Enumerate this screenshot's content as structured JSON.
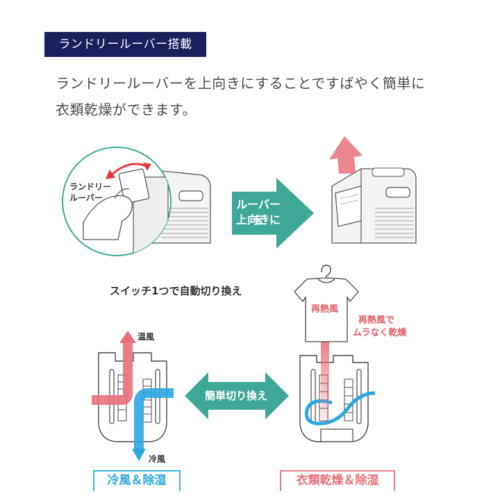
{
  "header": {
    "badge": "ランドリールーバー搭載"
  },
  "intro": {
    "line1": "ランドリールーバーを上向きにすることですばやく簡単に",
    "line2": "衣類乾燥ができます。"
  },
  "steps": {
    "louver_label_1": "ランドリー",
    "louver_label_2": "ルーバー",
    "arrow_line1": "ルーバーを",
    "arrow_line2": "上向きに"
  },
  "modes": {
    "switch_title": "スイッチ1つで自動切り換え",
    "warm_air": "温風",
    "cool_air": "冷風",
    "switch_arrow": "簡単切り換え",
    "reheat_air": "再熱風",
    "reheat_note_1": "再熱風で",
    "reheat_note_2": "ムラなく乾燥",
    "left_box": "冷風＆除湿",
    "right_box": "衣類乾燥＆除湿"
  },
  "colors": {
    "badge_bg": "#1a1f5e",
    "teal": "#3fa796",
    "warm_red": "#e8707a",
    "cool_blue": "#2aa7e0",
    "left_box_border": "#2aa7e0",
    "right_box_border": "#e8707a"
  }
}
